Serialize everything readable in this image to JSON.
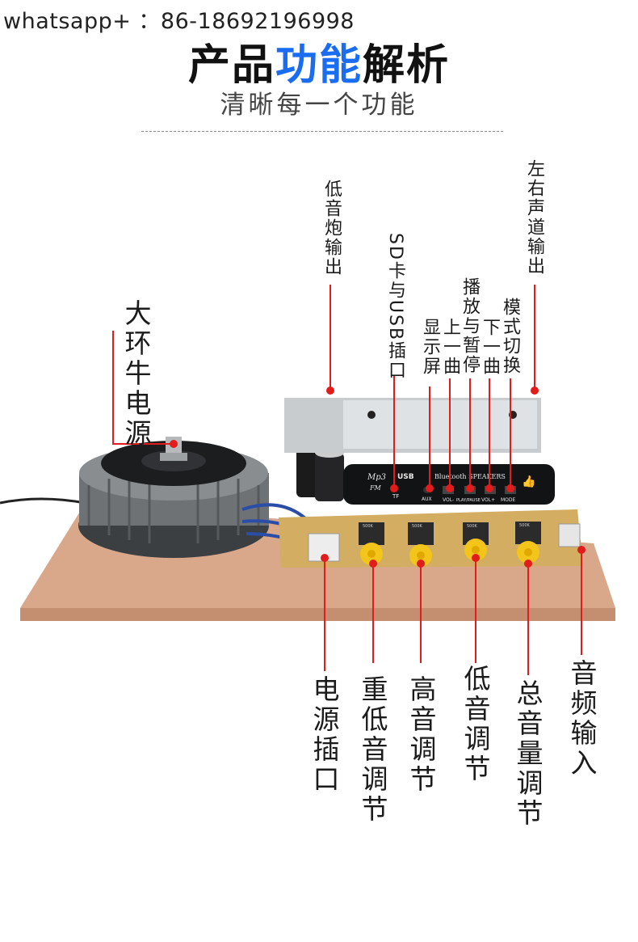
{
  "header": {
    "contact": "whatsapp+ ：86-18692196998",
    "title_part1": "产品",
    "title_part2": "功能",
    "title_part3": "解析",
    "subtitle": "清晰每一个功能"
  },
  "colors": {
    "accent_blue": "#1a6cf0",
    "marker_red": "#e21b1b",
    "board_wood": "#d9a88a",
    "transformer": "#6f7275"
  },
  "labels": {
    "subwoofer_out": "低音炮输出",
    "sd_usb": "SD卡与USB插口",
    "display": "显示屏",
    "prev_track": "上一曲",
    "play_pause": "播放与暂停",
    "next_track": "下一曲",
    "mode_switch": "模式切换",
    "lr_channel_out": "左右声道输出",
    "toroid_power": "大环牛电源",
    "power_jack": "电源插口",
    "heavy_bass": "重低音调节",
    "treble": "高音调节",
    "bass": "低音调节",
    "master_volume": "总音量调节",
    "audio_input": "音频输入"
  },
  "panel": {
    "mp3": "Mp3",
    "fm": "FM",
    "usb": "USB",
    "tf": "TF",
    "aux": "AUX",
    "brand": "Bluetooth SPEAKERS",
    "btn1": "VOL-",
    "btn2": "PLAY/PAUSE",
    "btn3": "VOL+",
    "btn4": "MODE",
    "knob_mark": "500K"
  }
}
